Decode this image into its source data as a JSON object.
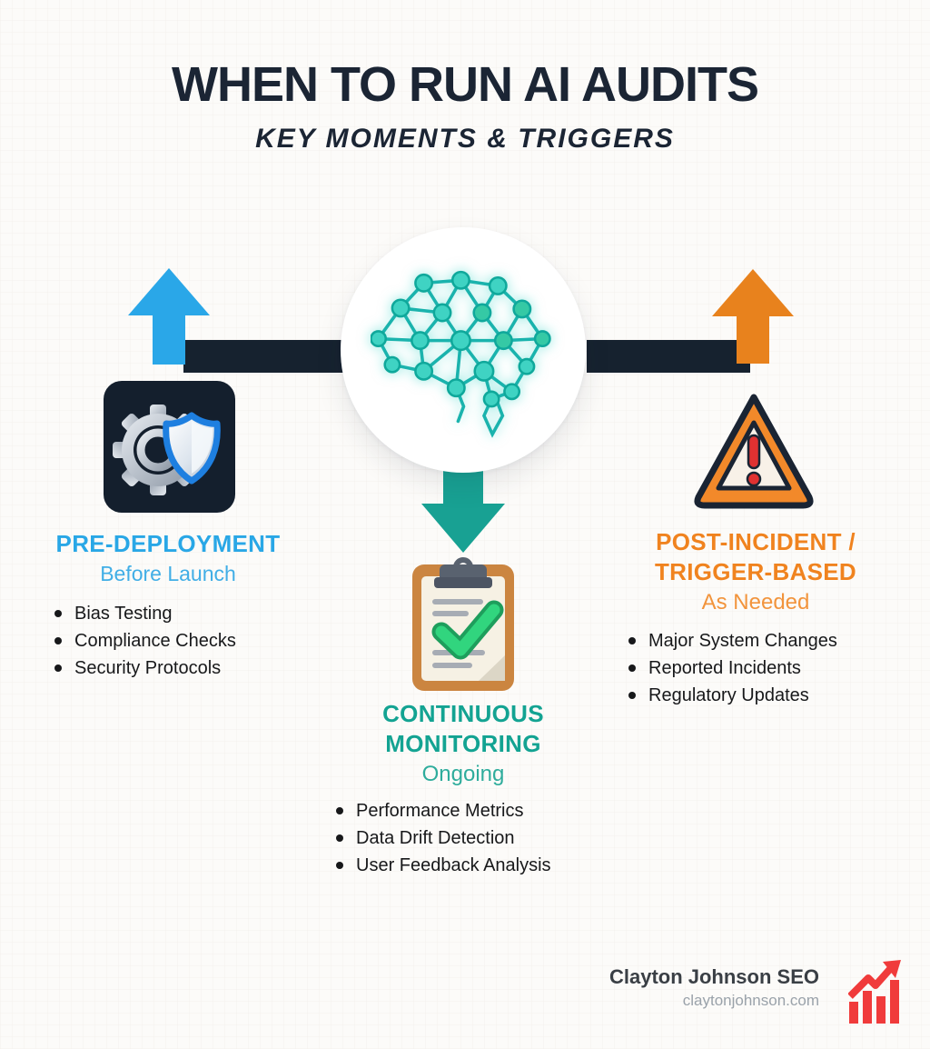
{
  "header": {
    "title": "WHEN TO RUN AI AUDITS",
    "subtitle": "KEY MOMENTS & TRIGGERS"
  },
  "hub": {
    "icon": "neural-network-brain-icon"
  },
  "sections": {
    "pre": {
      "heading": "PRE-DEPLOYMENT",
      "subheading": "Before Launch",
      "accent": "#29a7e6",
      "arrow_color": "#2aa7e8",
      "icon": "gear-shield-icon",
      "items": [
        "Bias Testing",
        "Compliance Checks",
        "Security Protocols"
      ]
    },
    "monitoring": {
      "heading": "CONTINUOUS MONITORING",
      "subheading": "Ongoing",
      "accent": "#13a392",
      "arrow_color": "#18a193",
      "icon": "clipboard-check-icon",
      "items": [
        "Performance Metrics",
        "Data Drift Detection",
        "User Feedback Analysis"
      ]
    },
    "post": {
      "heading": "POST-INCIDENT / TRIGGER-BASED",
      "subheading": "As Needed",
      "accent": "#f0831f",
      "arrow_color": "#e8821d",
      "icon": "warning-triangle-icon",
      "items": [
        "Major System Changes",
        "Reported Incidents",
        "Regulatory Updates"
      ]
    }
  },
  "connector_color": "#16222f",
  "footer": {
    "brand": "Clayton Johnson SEO",
    "website": "claytonjohnson.com",
    "logo": "bar-chart-growth-icon",
    "logo_color": "#f03b3b"
  }
}
